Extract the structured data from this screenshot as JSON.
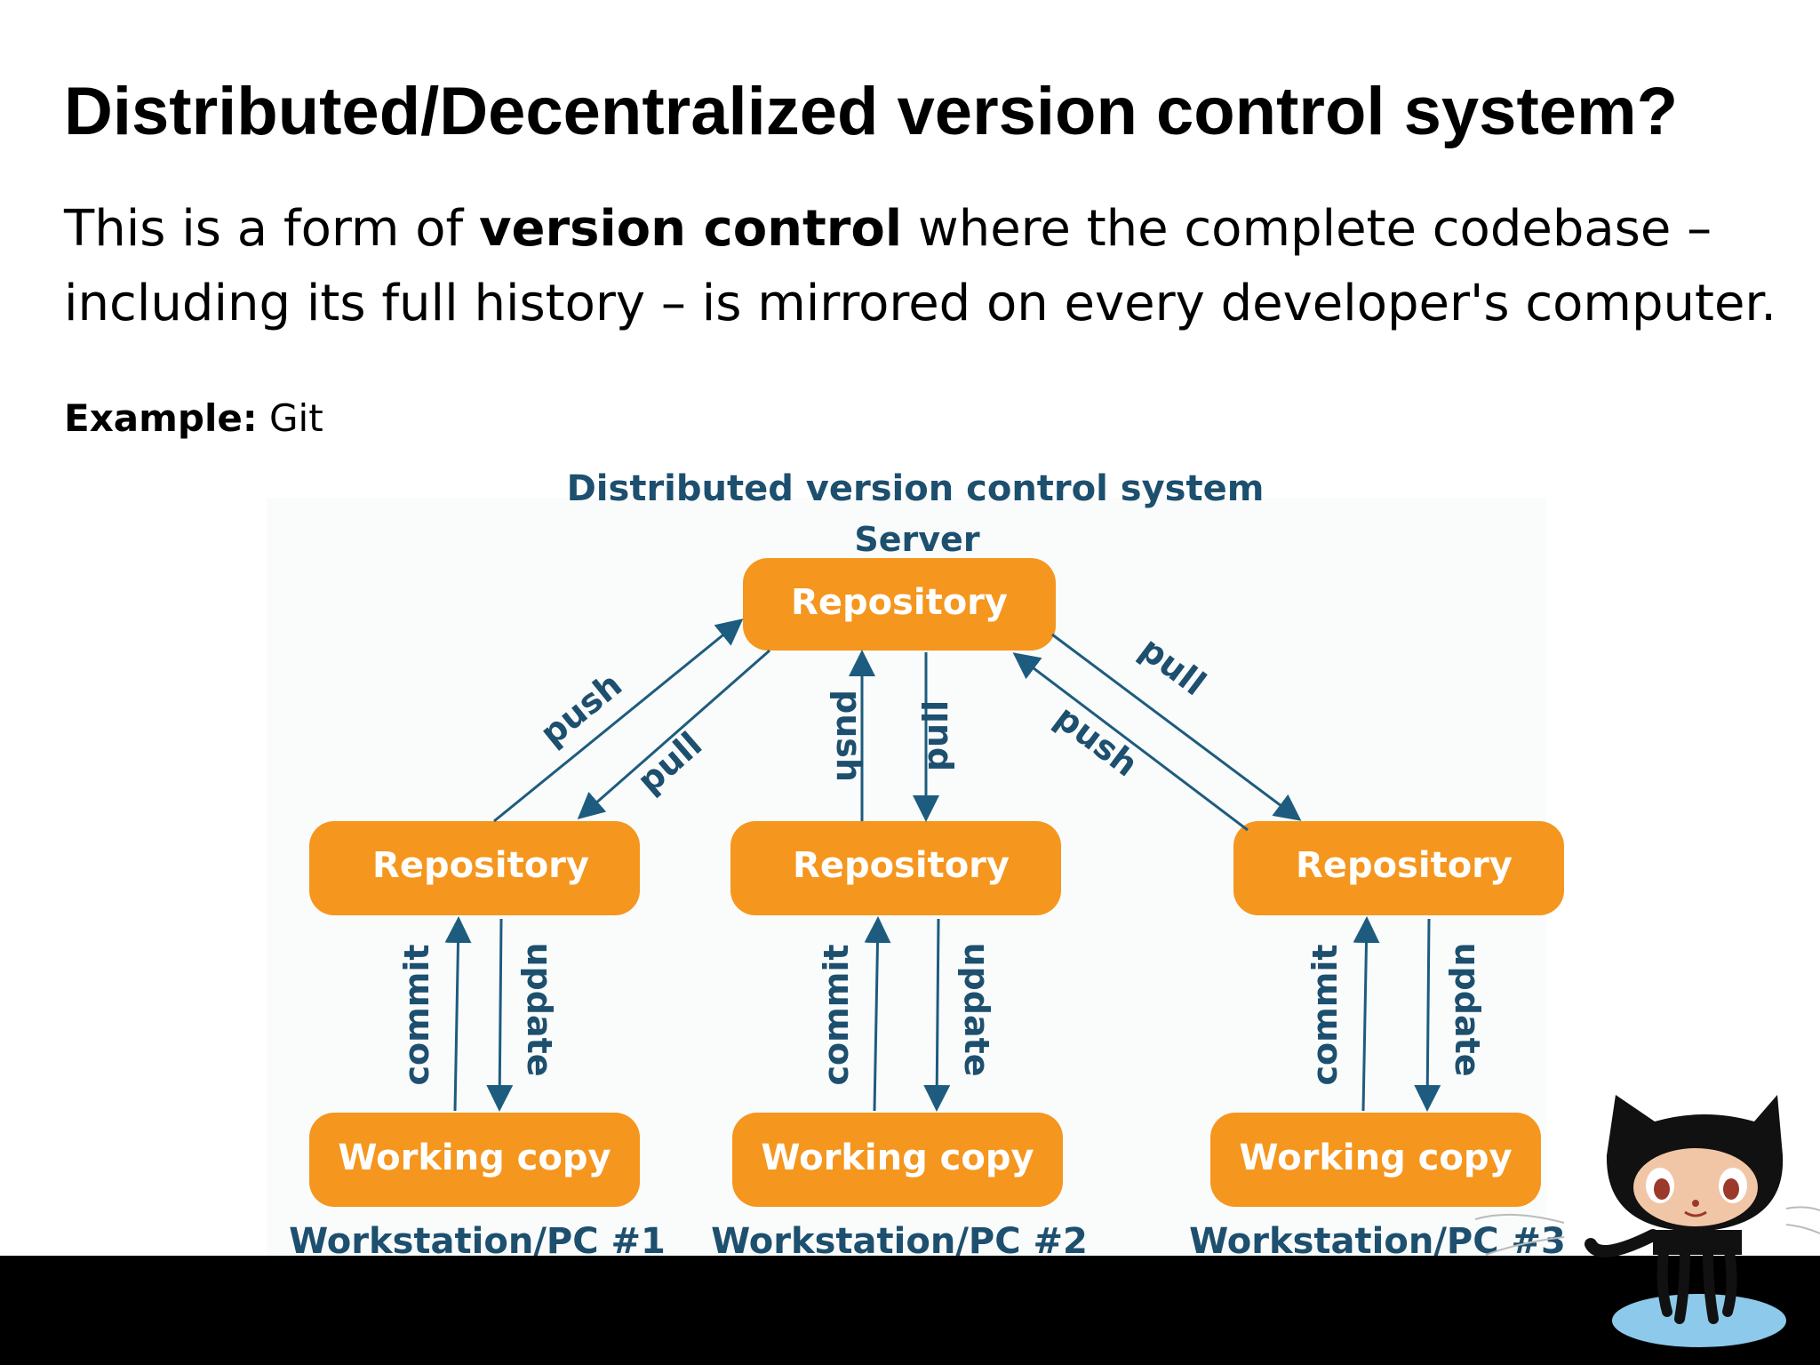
{
  "slide": {
    "title": "Distributed/Decentralized version control system?",
    "body_line1_a": "This is a form of ",
    "body_line1_b": "version control",
    "body_line1_c": " where the complete codebase –",
    "body_line2": "including its full history – is mirrored on every developer's computer.",
    "example_label": "Example:",
    "example_value": " Git"
  },
  "diagram": {
    "title": "Distributed version control system",
    "server_label": "Server",
    "server_box": "Repository",
    "repos": [
      "Repository",
      "Repository",
      "Repository"
    ],
    "working_copies": [
      "Working copy",
      "Working copy",
      "Working copy"
    ],
    "workstations": [
      "Workstation/PC #1",
      "Workstation/PC #2",
      "Workstation/PC #3"
    ],
    "arrow_labels": {
      "push": "push",
      "pull": "pull",
      "commit": "commit",
      "update": "update"
    },
    "colors": {
      "box_fill": "#f5961e",
      "box_text": "#ffffff",
      "arrow": "#1d5c7e",
      "label_text": "#1d4f6e"
    }
  },
  "decorations": {
    "mascot": "octocat-icon"
  }
}
